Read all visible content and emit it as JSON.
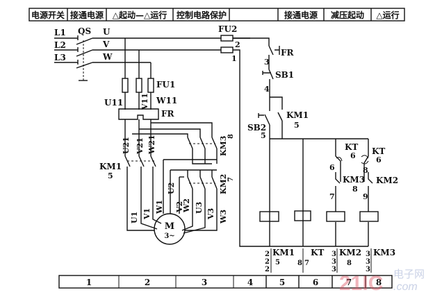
{
  "header_cells": [
    "电源开关",
    "接通电源",
    "△起动—△运行",
    "控制电路保护",
    "接通电源",
    "减压起动",
    "△运行"
  ],
  "footer_cells": [
    "1",
    "2",
    "3",
    "4",
    "5",
    "6",
    "7",
    "8"
  ],
  "power": {
    "lines": [
      "L1",
      "L2",
      "L3"
    ],
    "switch": "QS",
    "buses": [
      "U",
      "V",
      "W"
    ],
    "fu1": "FU1",
    "fu2": "FU2",
    "fu2_terminals": [
      "2",
      "1"
    ],
    "u11": "U11",
    "v11": "V11",
    "w11": "W11",
    "fr": "FR",
    "u21": "U21",
    "v21": "V21",
    "w21": "W21",
    "km1": "KM1",
    "km1_num": "5",
    "km3": "KM3",
    "km3_num": "8",
    "km2": "KM2",
    "km2_num": "7",
    "motor_labels": [
      "U1",
      "V1",
      "W1",
      "U2",
      "V2",
      "W2",
      "U3",
      "V3",
      "W3"
    ],
    "motor": "M",
    "motor_sub": "3~"
  },
  "control": {
    "fr": "FR",
    "n3": "3",
    "sb1": "SB1",
    "n4": "4",
    "km1": "KM1",
    "km1_num": "5",
    "sb2": "SB2",
    "sb2_num": "5",
    "kt1": "KT",
    "kt1_num": "6",
    "kt2": "KT",
    "kt2_num": "6",
    "n6": "6",
    "n8": "8",
    "km3": "KM3",
    "km3_num": "8",
    "km2": "KM2",
    "n7": "7",
    "n9": "9",
    "coil_labels": [
      "KM1",
      "KT",
      "KM2",
      "KM3"
    ],
    "ref_nums": [
      "2",
      "5",
      "8",
      "7",
      "3",
      "8",
      "3"
    ]
  },
  "watermark": "21IC 电子网 .com"
}
